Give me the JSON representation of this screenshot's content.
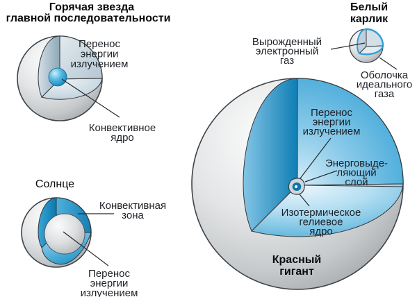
{
  "main_sequence_star": {
    "title": [
      "Горячая звезда",
      "главной последовательности"
    ],
    "label_radiative": [
      "Перенос",
      "энергии",
      "излучением"
    ],
    "label_core": [
      "Конвективное",
      "ядро"
    ]
  },
  "sun": {
    "title": "Солнце",
    "label_convective": [
      "Конвективная",
      "зона"
    ],
    "label_radiative": [
      "Перенос",
      "энергии",
      "излучением"
    ]
  },
  "white_dwarf": {
    "title": [
      "Белый",
      "карлик"
    ],
    "label_degenerate": [
      "Вырожденный",
      "электронный",
      "газ"
    ],
    "label_shell": [
      "Оболочка",
      "идеального",
      "газа"
    ]
  },
  "red_giant": {
    "title": [
      "Красный",
      "гигант"
    ],
    "label_radiative": [
      "Перенос",
      "энергии",
      "излучением"
    ],
    "label_energy_layer": [
      "Энерговыде-",
      "ляющий",
      "слой"
    ],
    "label_core": [
      "Изотермическое",
      "гелиевое",
      "ядро"
    ]
  },
  "colors": {
    "background": "#ffffff",
    "sphere_gray_highlight": "#fcfcfc",
    "sphere_gray_edge": "#9da1a4",
    "sphere_outline": "#3f4347",
    "cut_blue_dark": "#0f7eb4",
    "cut_blue_mid": "#36a2d5",
    "cut_blue_light": "#b5dff2",
    "cut_gray_blue": "#c2d2dc",
    "core_blue": "#1181b4",
    "shell_rim_blue": "#2da0d4",
    "label_text": "#1d2127",
    "title_text": "#0a0b0d",
    "leader_line": "#27292c"
  }
}
